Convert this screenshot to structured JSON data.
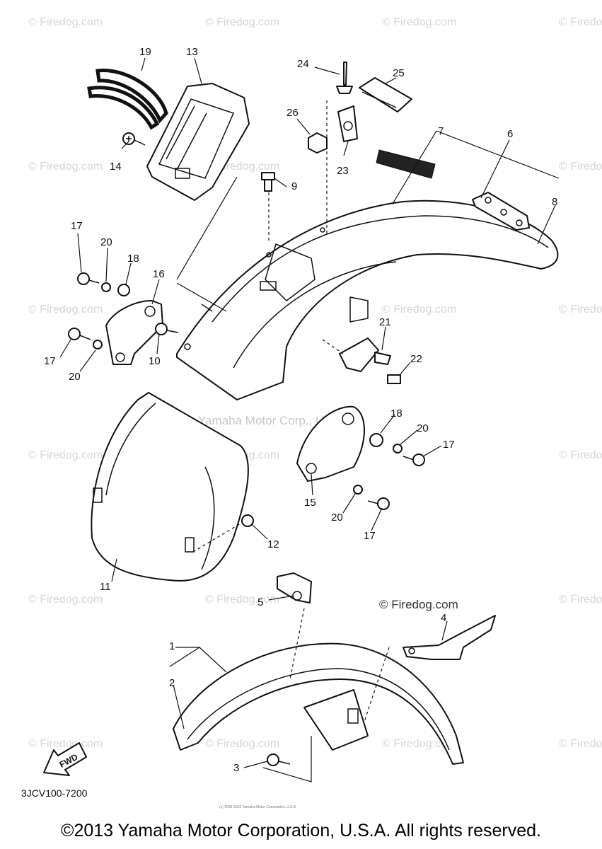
{
  "diagram": {
    "labels": [
      "1",
      "2",
      "3",
      "4",
      "5",
      "6",
      "7",
      "8",
      "9",
      "10",
      "11",
      "12",
      "13",
      "14",
      "15",
      "16",
      "17",
      "17",
      "17",
      "17",
      "18",
      "18",
      "19",
      "20",
      "20",
      "20",
      "20",
      "21",
      "22",
      "23",
      "24",
      "25",
      "26"
    ],
    "parts": {
      "p1": "1",
      "p2": "2",
      "p3": "3",
      "p4": "4",
      "p5": "5",
      "p6": "6",
      "p7": "7",
      "p8": "8",
      "p9": "9",
      "p10": "10",
      "p11": "11",
      "p12": "12",
      "p13": "13",
      "p14": "14",
      "p15": "15",
      "p16": "16",
      "p17": "17",
      "p18": "18",
      "p19": "19",
      "p20": "20",
      "p21": "21",
      "p22": "22",
      "p23": "23",
      "p24": "24",
      "p25": "25",
      "p26": "26"
    },
    "diagram_code": "3JCV100-7200",
    "fwd_label": "FWD"
  },
  "watermark": {
    "repeated": "© Firedog.com",
    "center": "Yamaha Motor Corp., U.S.A.",
    "inline": "© Firedog.com",
    "tiny_notice": "(c) 2005-2016 Yamaha Motor Corporation, U.S.A."
  },
  "footer": {
    "copyright": "©2013 Yamaha Motor Corporation, U.S.A. All rights reserved."
  }
}
